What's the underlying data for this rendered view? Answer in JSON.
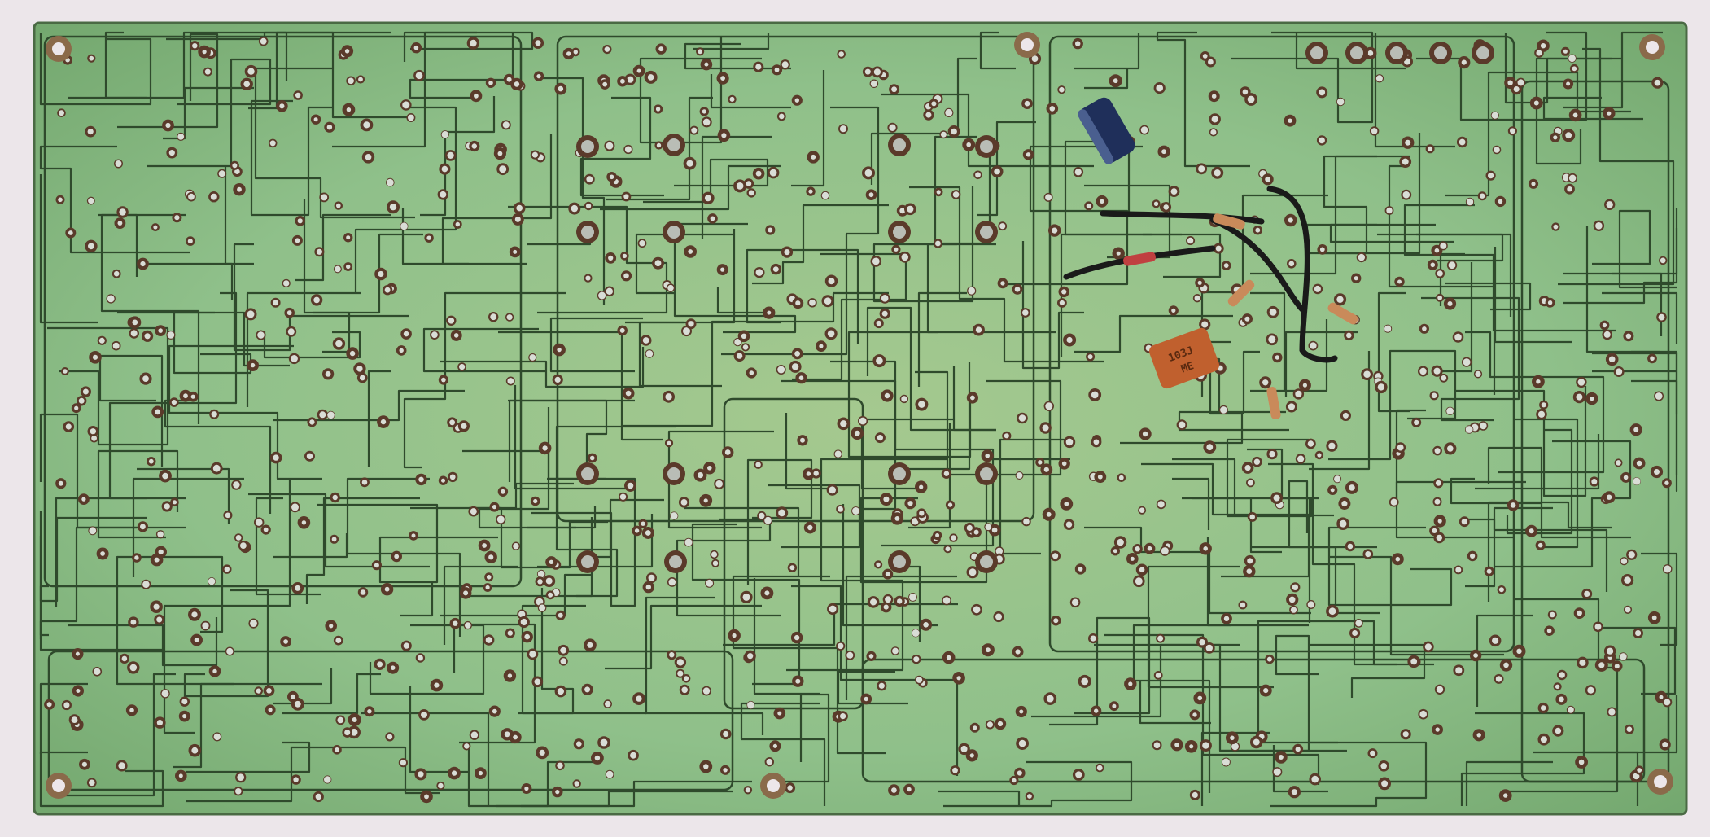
{
  "scene": {
    "subject": "printed-circuit-board-solder-side",
    "colors": {
      "background": "#ece6ea",
      "board": "#8fc08a",
      "board_dark": "#6f9c6a",
      "trace": "#2f4a2c",
      "pad": "#d9ddd6",
      "pad_ring": "#5a3a2a",
      "wire": "#1a1a1a",
      "capacitor_blue": "#1f2f5a",
      "capacitor_orange": "#c0602e",
      "resistor": "#c98a5a"
    },
    "capacitor_marking": "103J",
    "capacitor_marking_2": "ME"
  }
}
